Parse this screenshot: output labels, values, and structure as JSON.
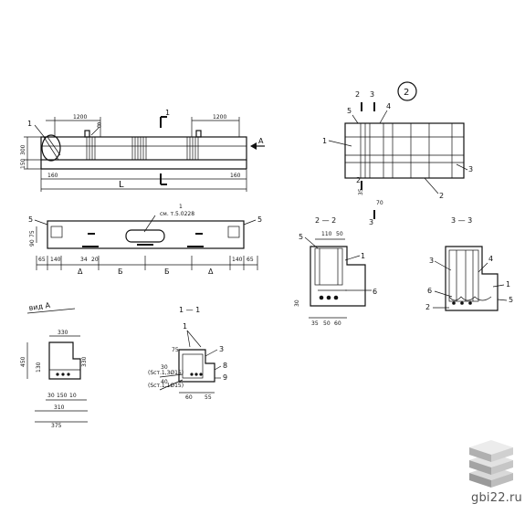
{
  "watermark": {
    "text": "gbi22.ru",
    "icon": "stacked-slabs-logo"
  },
  "elevation": {
    "dims_top": [
      "1200",
      "1200"
    ],
    "dims_left": [
      "300",
      "150"
    ],
    "dim_end_left": "160",
    "dim_end_right": "160",
    "length_label": "L",
    "section_mark": "1",
    "callouts": [
      "1",
      "8"
    ],
    "view_arrow": "A"
  },
  "plan": {
    "callout": "1",
    "callout_note": "см. т.5.0228",
    "end_marks": [
      "5",
      "5"
    ],
    "left_dims": [
      "75",
      "90"
    ],
    "bottom_dims": [
      "65",
      "140",
      "Δ",
      "Б",
      "Б",
      "Δ",
      "140",
      "65"
    ],
    "small_dims": [
      "34",
      "20"
    ]
  },
  "node2": {
    "label": "2",
    "section_marks": [
      "2",
      "3"
    ],
    "section_marks_bottom": [
      "2",
      "3"
    ],
    "callouts": [
      "1",
      "2",
      "3",
      "4",
      "5"
    ],
    "dims": [
      "70",
      "35"
    ]
  },
  "section22": {
    "title": "2 — 2",
    "callouts": [
      "5",
      "1",
      "6"
    ],
    "dims_top": [
      "110",
      "50"
    ],
    "dims_bottom": [
      "35",
      "50",
      "60"
    ],
    "dim_left": "30"
  },
  "section33": {
    "title": "3 — 3",
    "callouts": [
      "3",
      "4",
      "1",
      "6",
      "2",
      "5"
    ]
  },
  "viewA": {
    "title": "вид А",
    "dim_top": "330",
    "dims_left": [
      "450",
      "130"
    ],
    "dim_right": "330",
    "dims_bottom": [
      "30",
      "150",
      "10"
    ],
    "dim_total": "375",
    "dim_mid": "310"
  },
  "section11": {
    "title": "1 — 1",
    "callouts": [
      "1",
      "3",
      "8",
      "9"
    ],
    "notes": [
      "(Sст.1,3Ø15)",
      "(Sст.1,1Ø15)"
    ],
    "dims": [
      "75",
      "30",
      "40",
      "60",
      "55"
    ]
  }
}
